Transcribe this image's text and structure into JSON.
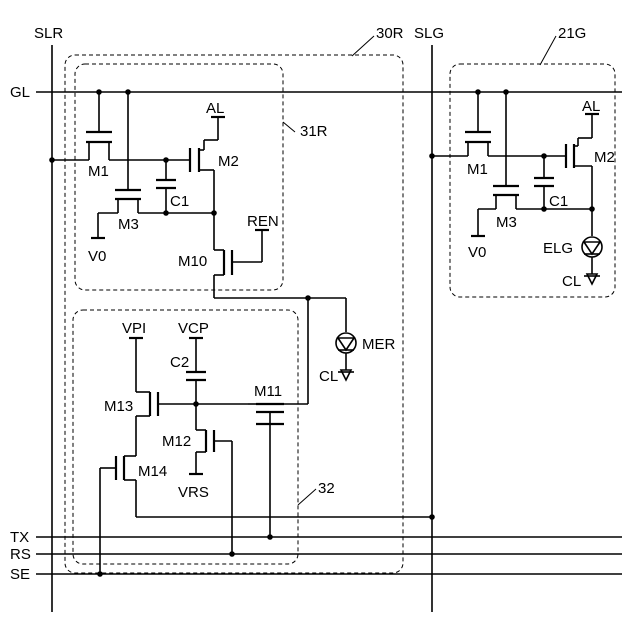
{
  "signals": {
    "slr": "SLR",
    "slg": "SLG",
    "gl": "GL",
    "tx": "TX",
    "rs": "RS",
    "se": "SE"
  },
  "blocks": {
    "b30r": "30R",
    "b31r": "31R",
    "b32": "32",
    "b21g": "21G"
  },
  "red": {
    "m1": "M1",
    "m2": "M2",
    "m3": "M3",
    "c1": "C1",
    "m10": "M10",
    "al": "AL",
    "ren": "REN",
    "v0": "V0",
    "mer": "MER",
    "cl": "CL"
  },
  "sensor": {
    "vpi": "VPI",
    "vcp": "VCP",
    "c2": "C2",
    "m11": "M11",
    "m12": "M12",
    "m13": "M13",
    "m14": "M14",
    "vrs": "VRS"
  },
  "green": {
    "m1": "M1",
    "m2": "M2",
    "m3": "M3",
    "c1": "C1",
    "al": "AL",
    "v0": "V0",
    "elg": "ELG",
    "cl": "CL"
  }
}
